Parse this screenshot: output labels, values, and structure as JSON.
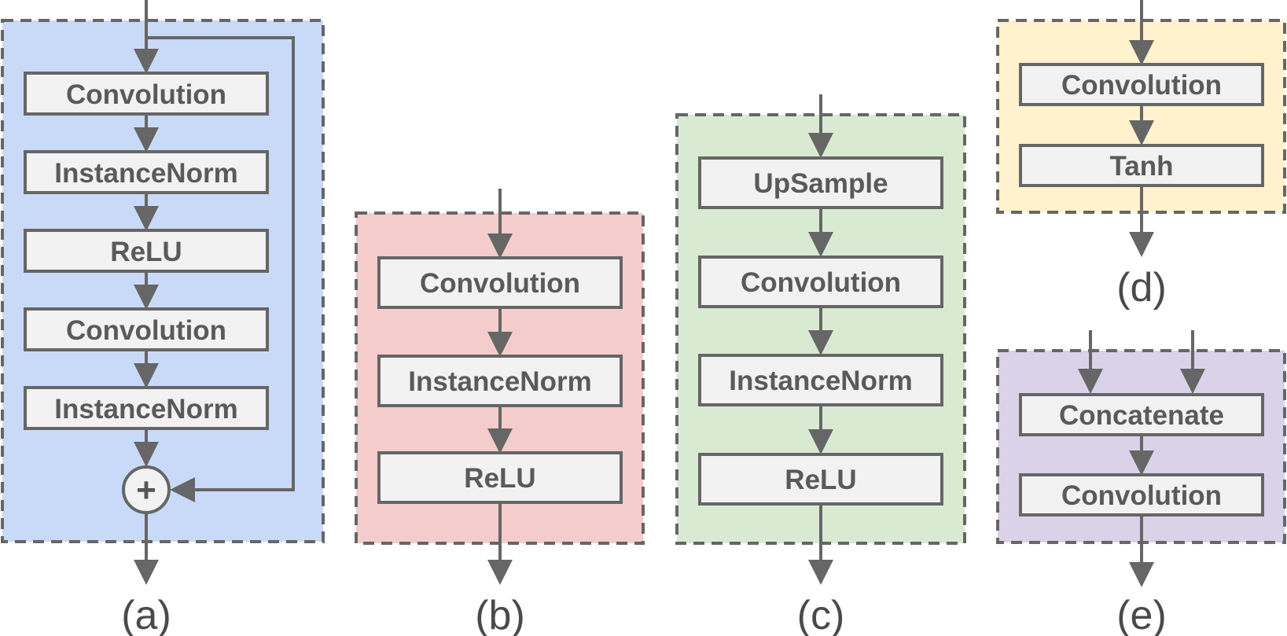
{
  "colors": {
    "line": "#666666",
    "node_fill": "#f2f2f2",
    "panel_a": "#c9daf8",
    "panel_b": "#f4cccc",
    "panel_c": "#d9ead3",
    "panel_d": "#fff2cc",
    "panel_e": "#d9d2e9"
  },
  "panels": {
    "a": {
      "caption": "(a)",
      "nodes": [
        "Convolution",
        "InstanceNorm",
        "ReLU",
        "Convolution",
        "InstanceNorm"
      ],
      "add_symbol": "+"
    },
    "b": {
      "caption": "(b)",
      "nodes": [
        "Convolution",
        "InstanceNorm",
        "ReLU"
      ]
    },
    "c": {
      "caption": "(c)",
      "nodes": [
        "UpSample",
        "Convolution",
        "InstanceNorm",
        "ReLU"
      ]
    },
    "d": {
      "caption": "(d)",
      "nodes": [
        "Convolution",
        "Tanh"
      ]
    },
    "e": {
      "caption": "(e)",
      "nodes": [
        "Concatenate",
        "Convolution"
      ]
    }
  }
}
